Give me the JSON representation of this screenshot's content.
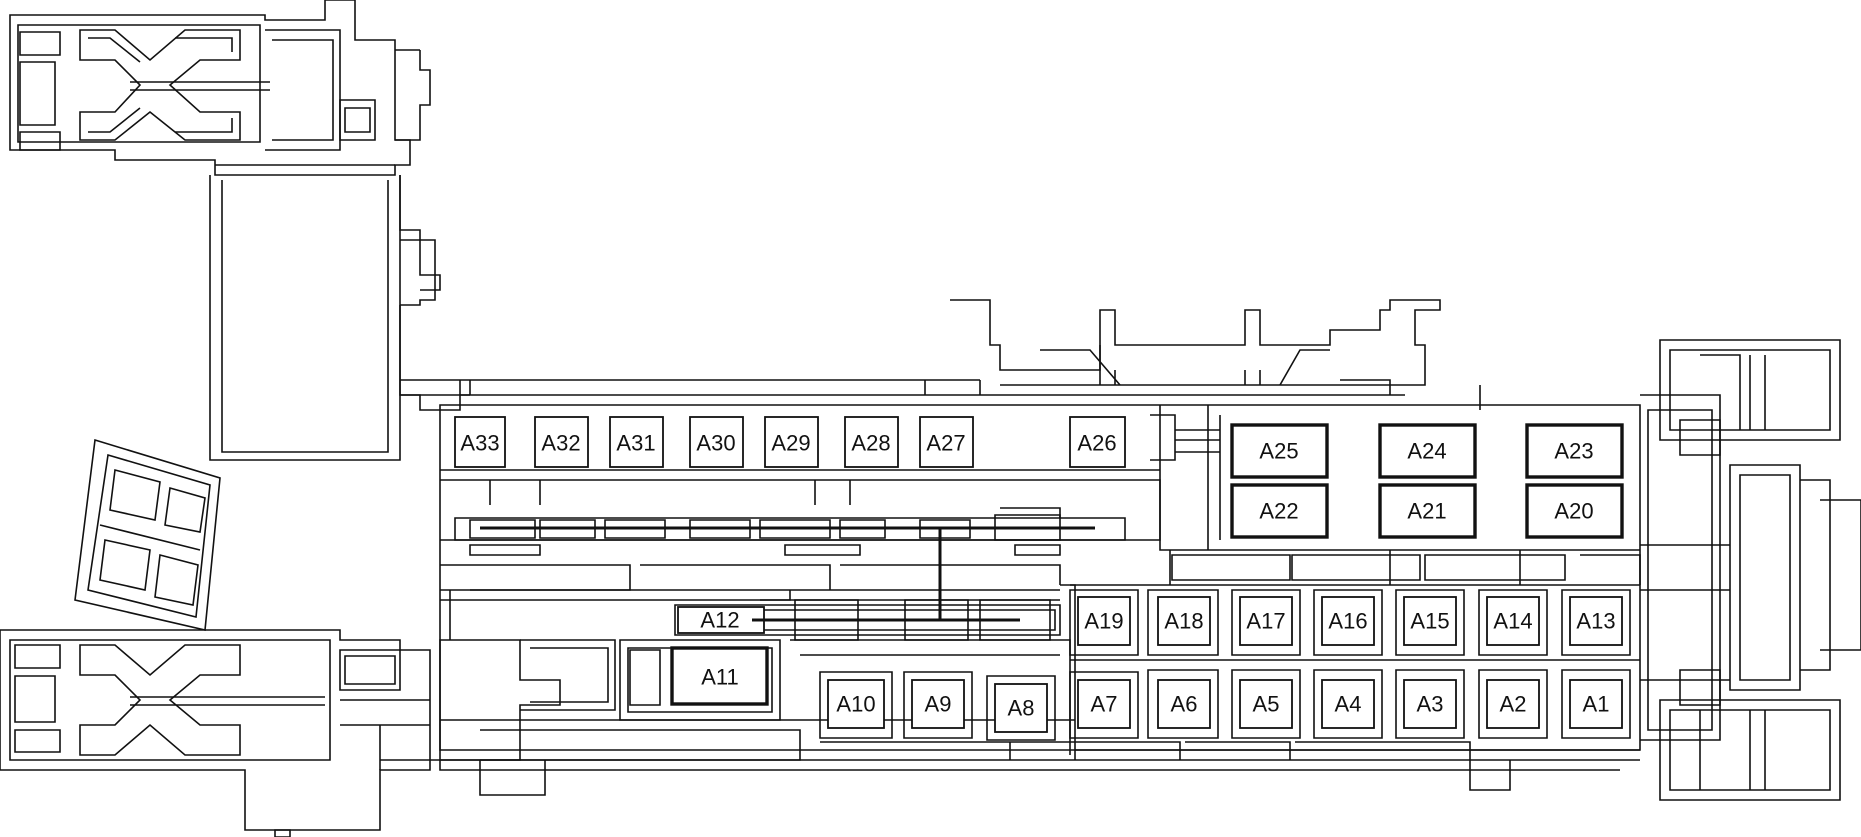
{
  "diagram": {
    "labels": {
      "A1": "A1",
      "A2": "A2",
      "A3": "A3",
      "A4": "A4",
      "A5": "A5",
      "A6": "A6",
      "A7": "A7",
      "A8": "A8",
      "A9": "A9",
      "A10": "A10",
      "A11": "A11",
      "A12": "A12",
      "A13": "A13",
      "A14": "A14",
      "A15": "A15",
      "A16": "A16",
      "A17": "A17",
      "A18": "A18",
      "A19": "A19",
      "A20": "A20",
      "A21": "A21",
      "A22": "A22",
      "A23": "A23",
      "A24": "A24",
      "A25": "A25",
      "A26": "A26",
      "A27": "A27",
      "A28": "A28",
      "A29": "A29",
      "A30": "A30",
      "A31": "A31",
      "A32": "A32",
      "A33": "A33"
    }
  }
}
